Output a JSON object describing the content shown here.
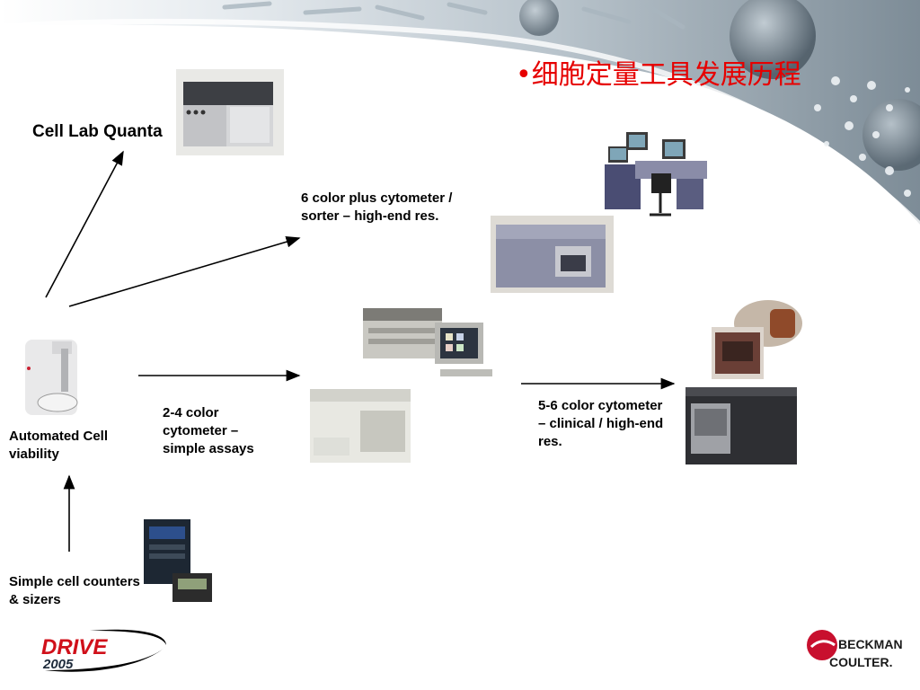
{
  "slide": {
    "title": "•细胞定量工具发展历程",
    "labels": {
      "cell_lab_quanta": "Cell Lab Quanta",
      "six_color": "6 color plus cytometer / sorter – high-end res.",
      "two_four_color": "2-4 color cytometer – simple assays",
      "five_six_color": "5-6 color cytometer – clinical / high-end res.",
      "automated": "Automated Cell viability",
      "simple_counters": "Simple cell counters & sizers"
    },
    "logos": {
      "drive_line1": "DRIVE",
      "drive_line2": "2005",
      "beckman_line1": "BECKMAN",
      "beckman_line2": "COULTER."
    },
    "colors": {
      "title_red": "#e60000",
      "drive_red": "#d0101a",
      "beckman_red": "#c8102e"
    }
  }
}
